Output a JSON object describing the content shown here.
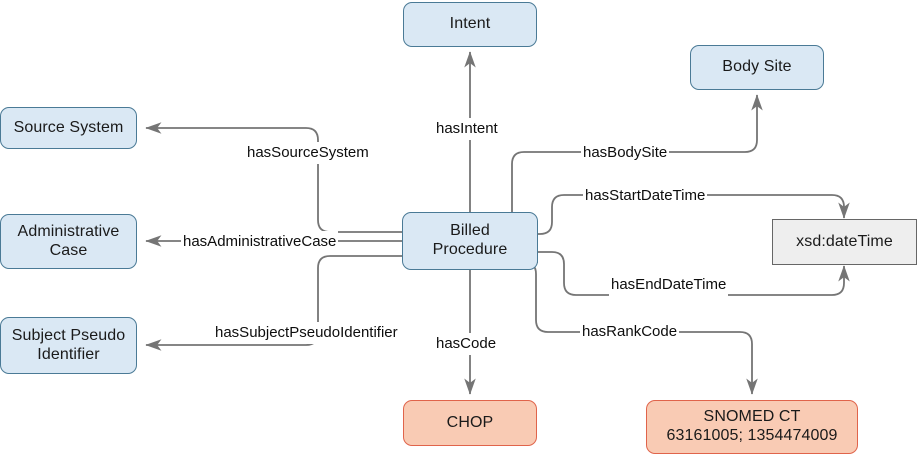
{
  "diagram": {
    "title": "Billed Procedure ontology graph",
    "background_color": "#ffffff",
    "edge_color": "#666666",
    "palette": {
      "class_fill": "#dae8f4",
      "class_border": "#4a7a96",
      "code_fill": "#f9cbb4",
      "code_border": "#e0644b",
      "datatype_fill": "#eeeeee",
      "datatype_border": "#666666"
    },
    "nodes": [
      {
        "id": "intent",
        "label": "Intent",
        "kind": "class"
      },
      {
        "id": "body_site",
        "label": "Body Site",
        "kind": "class"
      },
      {
        "id": "source_system",
        "label": "Source System",
        "kind": "class"
      },
      {
        "id": "administrative_case",
        "label": "Administrative\nCase",
        "kind": "class"
      },
      {
        "id": "subject_pseudo_identifier",
        "label": "Subject Pseudo\nIdentifier",
        "kind": "class"
      },
      {
        "id": "billed_procedure",
        "label": "Billed\nProcedure",
        "kind": "class"
      },
      {
        "id": "xsd_datetime",
        "label": "xsd:dateTime",
        "kind": "datatype"
      },
      {
        "id": "chop",
        "label": "CHOP",
        "kind": "code"
      },
      {
        "id": "snomed_ct",
        "label": "SNOMED CT\n63161005; 1354474009",
        "kind": "code"
      }
    ],
    "edges": [
      {
        "id": "has_intent",
        "label": "hasIntent",
        "from": "billed_procedure",
        "to": "intent"
      },
      {
        "id": "has_source_system",
        "label": "hasSourceSystem",
        "from": "billed_procedure",
        "to": "source_system"
      },
      {
        "id": "has_body_site",
        "label": "hasBodySite",
        "from": "billed_procedure",
        "to": "body_site"
      },
      {
        "id": "has_start_date_time",
        "label": "hasStartDateTime",
        "from": "billed_procedure",
        "to": "xsd_datetime"
      },
      {
        "id": "has_administrative_case",
        "label": "hasAdministrativeCase",
        "from": "billed_procedure",
        "to": "administrative_case"
      },
      {
        "id": "has_end_date_time",
        "label": "hasEndDateTime",
        "from": "billed_procedure",
        "to": "xsd_datetime"
      },
      {
        "id": "has_subject_pseudo_identifier",
        "label": "hasSubjectPseudoIdentifier",
        "from": "billed_procedure",
        "to": "subject_pseudo_identifier"
      },
      {
        "id": "has_rank_code",
        "label": "hasRankCode",
        "from": "billed_procedure",
        "to": "snomed_ct"
      },
      {
        "id": "has_code",
        "label": "hasCode",
        "from": "billed_procedure",
        "to": "chop"
      }
    ]
  }
}
